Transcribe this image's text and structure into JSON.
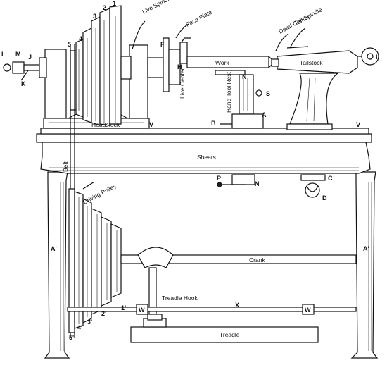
{
  "labels": {
    "live_spindle": "Live Spindle",
    "face_plate": "Face Plate",
    "dead_center": "Dead Center",
    "tail_spindle": "Tail Spindle",
    "work": "Work",
    "live_center": "Live Center",
    "tailstock": "Tailstock",
    "hand_tool_rest": "Hand Tool Rest",
    "headstock": "Headstock",
    "shears": "Shears",
    "belt": "Belt",
    "driving_pulley": "Driving Pulley",
    "crank": "Crank",
    "treadle_hook": "Treadle Hook",
    "treadle": "Treadle"
  },
  "letters": {
    "L": "L",
    "M": "M",
    "J": "J",
    "K": "K",
    "F": "F",
    "H": "H",
    "N": "N",
    "S": "S",
    "A": "A",
    "B": "B",
    "V": "V",
    "V2": "V",
    "P": "P",
    "N2": "N",
    "C": "C",
    "D": "D",
    "I": "I",
    "A1": "A'",
    "A1b": "A'",
    "X": "X",
    "W": "W",
    "W2": "W"
  },
  "step_numbers": [
    "1",
    "2",
    "3",
    "4",
    "5"
  ],
  "step_numbers_lower": [
    "1'",
    "2'",
    "3'",
    "4'",
    "5'"
  ]
}
